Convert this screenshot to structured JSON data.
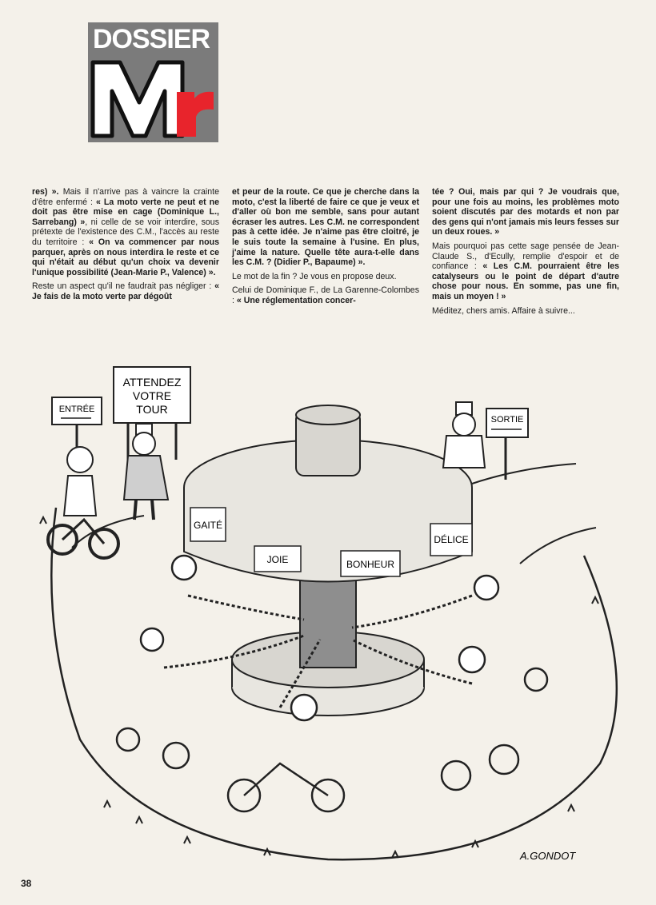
{
  "header": {
    "label": "DOSSIER",
    "logo_letters": "Mr"
  },
  "columns": [
    {
      "paragraphs": [
        [
          {
            "t": "res) ».",
            "b": true
          },
          {
            "t": " Mais il n'arrive pas à vaincre la crainte d'être enfermé : ",
            "b": false
          },
          {
            "t": "« La moto verte ne peut et ne doit pas être mise en cage (Dominique L., Sarrebang) »",
            "b": true
          },
          {
            "t": ", ni celle de se voir interdire, sous prétexte de l'existence des C.M., l'accès au reste du territoire : ",
            "b": false
          },
          {
            "t": "« On va commencer par nous parquer, après on nous interdira le reste et ce qui n'était au début qu'un choix va devenir l'unique possibilité (Jean-Marie P., Valence) ».",
            "b": true
          }
        ],
        [
          {
            "t": "Reste un aspect qu'il ne faudrait pas négliger : ",
            "b": false
          },
          {
            "t": "« Je fais de la moto verte par dégoût",
            "b": true
          }
        ]
      ]
    },
    {
      "paragraphs": [
        [
          {
            "t": "et peur de la route. Ce que je cherche dans la moto, c'est la liberté de faire ce que je veux et d'aller où bon me semble, sans pour autant écraser les autres. Les C.M. ne correspondent pas à cette idée. Je n'aime pas être cloitré, je le suis toute la semaine à l'usine. En plus, j'aime la nature. Quelle tête aura-t-elle dans les C.M. ? (Didier P., Bapaume) ».",
            "b": true
          }
        ],
        [
          {
            "t": "Le mot de la fin ? Je vous en propose deux.",
            "b": false
          }
        ],
        [
          {
            "t": "Celui de Dominique F., de La Garenne-Colombes : ",
            "b": false
          },
          {
            "t": "« Une réglementation concer-",
            "b": true
          }
        ]
      ]
    },
    {
      "paragraphs": [
        [
          {
            "t": "tée ? Oui, mais par qui ? Je voudrais que, pour une fois au moins, les problèmes moto soient discutés par des motards et non par des gens qui n'ont jamais mis leurs fesses sur un deux roues. »",
            "b": true
          }
        ],
        [
          {
            "t": "Mais pourquoi pas cette sage pensée de Jean-Claude S., d'Ecully, remplie d'espoir et de confiance : ",
            "b": false
          },
          {
            "t": "« Les C.M. pourraient être les catalyseurs ou le point de départ d'autre chose pour nous. En somme, pas une fin, mais un moyen ! »",
            "b": true
          }
        ],
        [
          {
            "t": "Méditez, chers amis. Affaire à suivre...",
            "b": false
          }
        ]
      ]
    }
  ],
  "illustration": {
    "sign_entry": "ENTRÉE",
    "sign_wait_1": "ATTENDEZ",
    "sign_wait_2": "VOTRE",
    "sign_wait_3": "TOUR",
    "sign_exit": "SORTIE",
    "panel_1": "GAITÉ",
    "panel_2": "JOIE",
    "panel_3": "BONHEUR",
    "panel_4": "DÉLICE",
    "signature": "A.GONDOT"
  },
  "page_number": "38"
}
